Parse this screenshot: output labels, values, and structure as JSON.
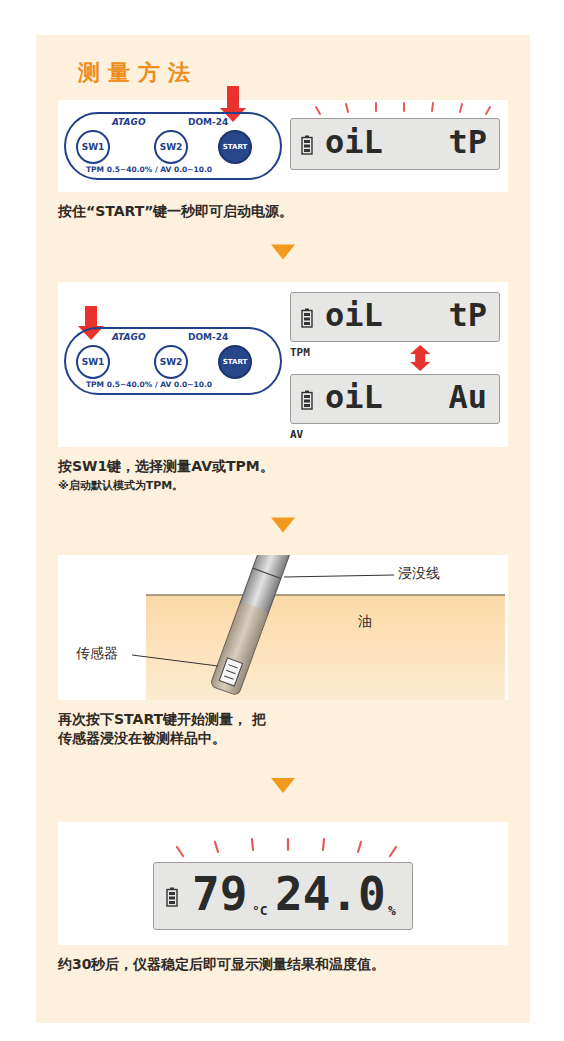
{
  "diagram": {
    "title": "测量方法",
    "nodes": [
      {
        "text": [
          "按住“START”键一秒即可启动电源。"
        ]
      },
      {
        "text": [
          "ATAGO",
          "DOM-24",
          "TPM 0.5~40.0% / AV 0.0~10.0"
        ],
        "in": 0
      },
      {
        "text": [
          "SW1"
        ],
        "in": 1
      },
      {
        "text": [
          "SW2"
        ],
        "in": 1
      },
      {
        "text": [
          "START"
        ],
        "in": 1
      },
      {
        "text": [
          "oiL",
          "tP"
        ],
        "in": 0
      },
      {
        "text": [
          "按SW1键，选择测量AV或TPM。",
          "※启动默认模式为TPM。"
        ]
      },
      {
        "text": [
          "ATAGO",
          "DOM-24",
          "TPM 0.5~40.0% / AV 0.0~10.0"
        ],
        "in": 6
      },
      {
        "text": [
          "SW1"
        ],
        "in": 7
      },
      {
        "text": [
          "SW2"
        ],
        "in": 7
      },
      {
        "text": [
          "START"
        ],
        "in": 7
      },
      {
        "text": [
          "oiL",
          "tP",
          "TPM"
        ],
        "in": 6
      },
      {
        "text": [
          "oiL",
          "Au",
          "AV"
        ],
        "in": 6
      },
      {
        "text": [
          "再次按下START键开始测量， 把传感器浸没在被测样品中。"
        ]
      },
      {
        "text": [
          "约30秒后，仪器稳定后即可显示测量结果和温度值。"
        ]
      },
      {
        "text": [
          "79",
          "°C",
          "24.0",
          "%"
        ],
        "in": 14
      }
    ],
    "edges": [
      {
        "from": 0,
        "to": 6,
        "arrow": "to"
      },
      {
        "from": 6,
        "to": 13,
        "arrow": "to"
      },
      {
        "from": 13,
        "to": 14,
        "arrow": "to"
      },
      {
        "from": 11,
        "to": 12,
        "arrow": "both"
      }
    ],
    "labels": [
      "浸没线",
      "油",
      "传感器"
    ]
  }
}
